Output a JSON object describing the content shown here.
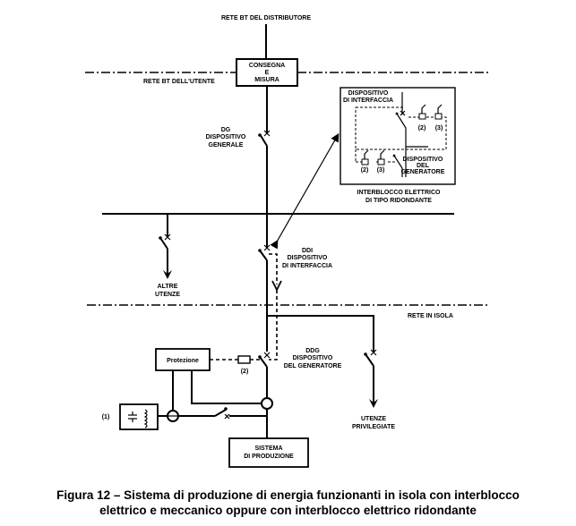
{
  "diagram": {
    "labels": {
      "rete_distributore": "RETE BT DEL DISTRIBUTORE",
      "rete_utente": "RETE BT DELL'UTENTE",
      "consegna": [
        "CONSEGNA",
        "E",
        "MISURA"
      ],
      "dg": [
        "DG",
        "DISPOSITIVO",
        "GENERALE"
      ],
      "ddi": [
        "DDI",
        "DISPOSITIVO",
        "DI INTERFACCIA"
      ],
      "altre_utenze": [
        "ALTRE",
        "UTENZE"
      ],
      "rete_isola": "RETE IN ISOLA",
      "ddg": [
        "DDG",
        "DISPOSITIVO",
        "DEL GENERATORE"
      ],
      "protezione": "Protezione",
      "ref2": "(2)",
      "ref3": "(3)",
      "ref1": "(1)",
      "utenze_privilegiate": [
        "UTENZE",
        "PRIVILEGIATE"
      ],
      "sistema_produzione": [
        "SISTEMA",
        "DI PRODUZIONE"
      ],
      "inset_di": [
        "DISPOSITIVO",
        "DI INTERFACCIA"
      ],
      "inset_dg": [
        "DISPOSITIVO",
        "DEL",
        "GENERATORE"
      ],
      "inset_caption": [
        "INTERBLOCCO ELETTRICO",
        "DI TIPO RIDONDANTE"
      ]
    },
    "caption": [
      "Figura 12 – Sistema di produzione di energia funzionanti in isola con interblocco",
      "elettrico e meccanico oppure con interblocco elettrico ridondante"
    ]
  }
}
